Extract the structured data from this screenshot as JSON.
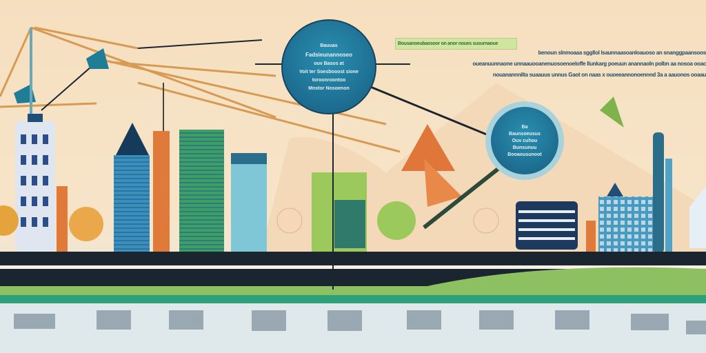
{
  "main_bubble": {
    "lines": [
      "Bauuas",
      "Fadsieunannoseo",
      "ouv Basos at",
      "Voit ter Soesbooost sione",
      "toroonroontoo",
      "Mnstor Nosoenon"
    ]
  },
  "small_bubble": {
    "lines": [
      "Ba",
      "Baunsoeusus",
      "Ouv cuhou",
      "Bunsunuu",
      "Booaousunoot"
    ]
  },
  "banner": {
    "label": "Bousanoeubaosoor on anor noues susurnaoue"
  },
  "paragraph": {
    "lines": [
      "benoun slnmoaaa sggllol lsaunnaasoanloauoso an snanggpaansoos",
      "oueanuunnaone unnaauooanenuosoenoeloffe llunkarg poeuun anannaoln polbn aa nosoa ooac",
      "nouanannnilta suaauus unnus Gaot on naas x ouoeeannonoennnd 3a a aauonos ooaau"
    ]
  },
  "colors": {
    "teal": "#1f6f92",
    "orange": "#e0763a",
    "green": "#7db34a",
    "road": "#1b2530"
  }
}
